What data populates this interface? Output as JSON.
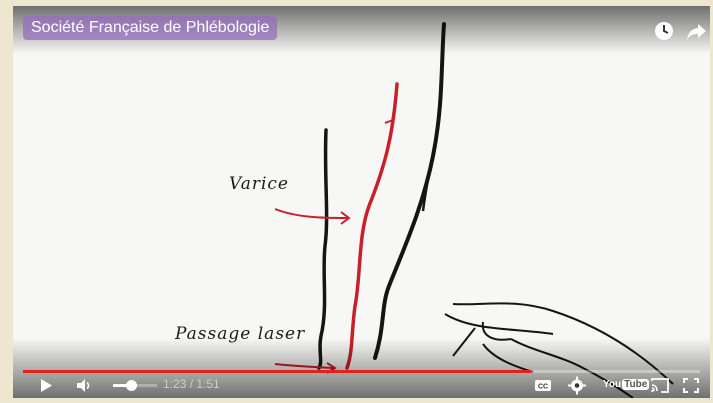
{
  "video": {
    "title": "Société Française de Phlébologie",
    "annotations": {
      "varice": "Varice",
      "laser": "Passage laser"
    }
  },
  "player": {
    "progress_fraction": 0.75,
    "volume_fraction": 0.4,
    "time_display": "1:23 / 1:51",
    "logo_text_you": "You",
    "logo_text_tube": "Tube"
  },
  "colors": {
    "progress": "#e62117",
    "vein": "#c8202a",
    "title_bg": "#966ebe"
  },
  "icons": {
    "watch_later": "clock-icon",
    "share": "share-arrow-icon",
    "play": "play-icon",
    "volume": "volume-icon",
    "captions": "cc-icon",
    "settings": "gear-icon",
    "cast": "cast-icon",
    "fullscreen": "fullscreen-icon"
  }
}
